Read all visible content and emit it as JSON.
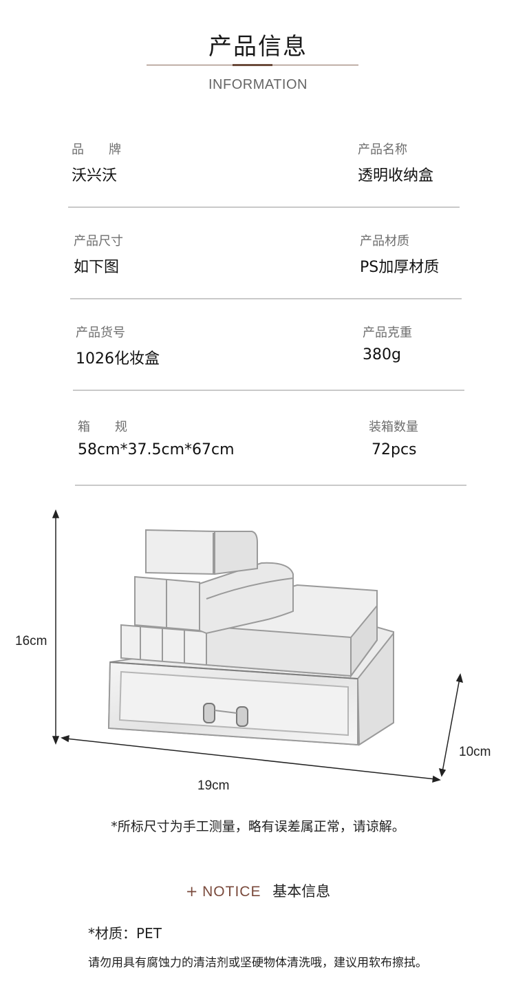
{
  "header": {
    "title": "产品信息",
    "subtitle": "INFORMATION"
  },
  "info": {
    "rows": [
      {
        "left_label": "品　　牌",
        "left_value": "沃兴沃",
        "right_label": "产品名称",
        "right_value": "透明收纳盒"
      },
      {
        "left_label": "产品尺寸",
        "left_value": "如下图",
        "right_label": "产品材质",
        "right_value": "PS加厚材质"
      },
      {
        "left_label": "产品货号",
        "left_value": "1026化妆盒",
        "right_label": "产品克重",
        "right_value": "380g"
      },
      {
        "left_label": "箱　　规",
        "left_value": "58cm*37.5cm*67cm",
        "right_label": "装箱数量",
        "right_value": "72pcs"
      }
    ]
  },
  "dimensions": {
    "height": "16cm",
    "width": "19cm",
    "depth": "10cm"
  },
  "note": "*所标尺寸为手工测量，略有误差属正常，请谅解。",
  "notice": {
    "plus": "+",
    "en": "NOTICE",
    "cn": "基本信息"
  },
  "material": "*材质：PET",
  "care": "请勿用具有腐蚀力的清洁剂或坚硬物体清洗哦，建议用软布擦拭。",
  "colors": {
    "accent": "#7a4a3c",
    "divider": "#c9c9c9"
  }
}
